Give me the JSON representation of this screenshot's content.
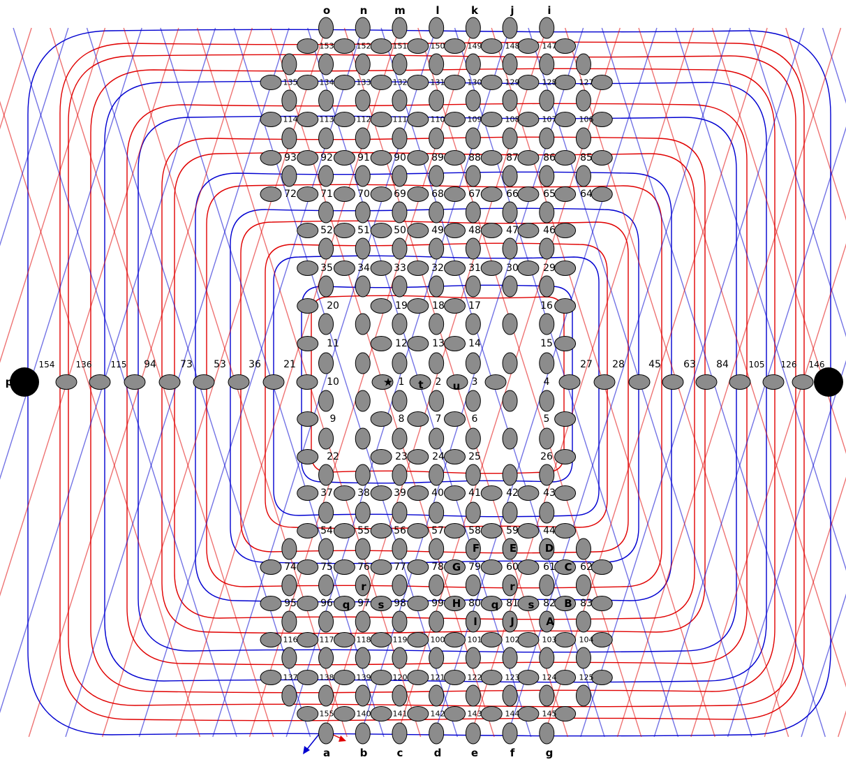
{
  "diagram": {
    "colors": {
      "hole": "#8c8c8c",
      "pin": "#000000",
      "red_thread": "#e00000",
      "blue_thread": "#0000d0"
    },
    "top_labels": [
      "o",
      "n",
      "m",
      "l",
      "k",
      "j",
      "i"
    ],
    "bottom_labels": [
      "a",
      "b",
      "c",
      "d",
      "e",
      "f",
      "g"
    ],
    "pin_label_left": "p",
    "star_symbol": "★",
    "inner_letters": [
      "t",
      "u"
    ],
    "bottom_letters": {
      "F": "F",
      "E": "E",
      "D": "D",
      "G": "G",
      "C": "C",
      "r1": "r",
      "r2": "r",
      "q1": "q",
      "q2": "q",
      "s1": "s",
      "s2": "s",
      "H": "H",
      "B": "B",
      "I": "I",
      "J": "J",
      "A": "A"
    },
    "center_row_numbers": [
      "154",
      "136",
      "115",
      "94",
      "73",
      "53",
      "36",
      "21",
      "10",
      "1",
      "2",
      "3",
      "4",
      "27",
      "28",
      "45",
      "63",
      "84",
      "105",
      "126",
      "146"
    ],
    "grid_rows": [
      [
        "153",
        "152",
        "151",
        "150",
        "149",
        "148",
        "147"
      ],
      [
        "135",
        "134",
        "133",
        "132",
        "131",
        "130",
        "129",
        "128",
        "127"
      ],
      [
        "114",
        "113",
        "112",
        "111",
        "110",
        "109",
        "108",
        "107",
        "106"
      ],
      [
        "93",
        "92",
        "91",
        "90",
        "89",
        "88",
        "87",
        "86",
        "85"
      ],
      [
        "72",
        "71",
        "70",
        "69",
        "68",
        "67",
        "66",
        "65",
        "64"
      ],
      [
        "52",
        "51",
        "50",
        "49",
        "48",
        "47",
        "46"
      ],
      [
        "35",
        "34",
        "33",
        "32",
        "31",
        "30",
        "29"
      ],
      [
        "20",
        "19",
        "18",
        "17",
        "16"
      ],
      [
        "11",
        "12",
        "13",
        "14",
        "15"
      ],
      [
        "9",
        "8",
        "7",
        "6",
        "5"
      ],
      [
        "22",
        "23",
        "24",
        "25",
        "26"
      ],
      [
        "37",
        "38",
        "39",
        "40",
        "41",
        "42",
        "43"
      ],
      [
        "54",
        "55",
        "56",
        "57",
        "58",
        "59",
        "44"
      ],
      [
        "74",
        "75",
        "76",
        "77",
        "78",
        "79",
        "60",
        "61",
        "62"
      ],
      [
        "95",
        "96",
        "97",
        "98",
        "99",
        "80",
        "81",
        "82",
        "83"
      ],
      [
        "116",
        "117",
        "118",
        "119",
        "100",
        "101",
        "102",
        "103",
        "104"
      ],
      [
        "137",
        "138",
        "139",
        "120",
        "121",
        "122",
        "123",
        "124",
        "125"
      ],
      [
        "155",
        "140",
        "141",
        "142",
        "143",
        "144",
        "145"
      ]
    ]
  }
}
